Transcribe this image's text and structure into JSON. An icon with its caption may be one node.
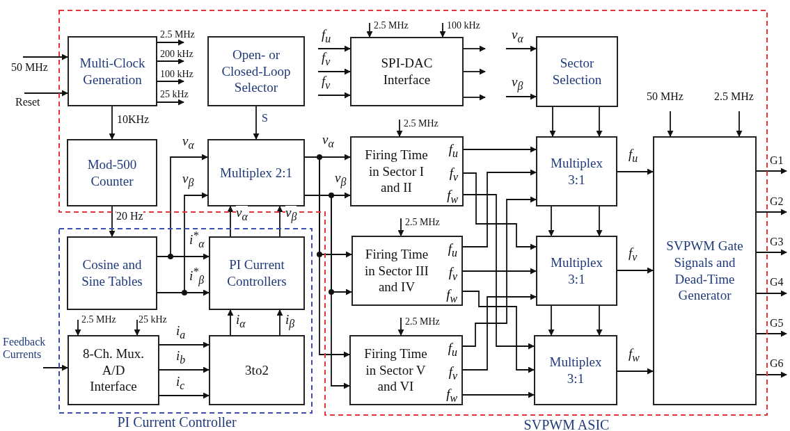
{
  "diagram": {
    "nodes": [
      {
        "text": [
          "SVPWM ASIC"
        ]
      },
      {
        "text": [
          "Multi-Clock Generation"
        ],
        "in": 0
      },
      {
        "text": [
          "Open- or Closed-Loop Selector"
        ],
        "in": 0
      },
      {
        "text": [
          "SPI-DAC Interface"
        ],
        "in": 0
      },
      {
        "text": [
          "Sector Selection"
        ],
        "in": 0
      },
      {
        "text": [
          "Mod-500 Counter"
        ],
        "in": 0
      },
      {
        "text": [
          "Multiplex 2:1"
        ],
        "in": 0
      },
      {
        "text": [
          "Firing Time in Sector I and II",
          "f$_{u}$",
          "f$_{v}$",
          "f$_{w}$"
        ],
        "in": 0
      },
      {
        "text": [
          "Firing Time in Sector III and IV",
          "f$_{u}$",
          "f$_{v}$",
          "f$_{w}$"
        ],
        "in": 0
      },
      {
        "text": [
          "Firing Time in Sector V and VI",
          "f$_{u}$",
          "f$_{v}$",
          "f$_{w}$"
        ],
        "in": 0
      },
      {
        "text": [
          "Multiplex 3:1"
        ],
        "in": 0
      },
      {
        "text": [
          "Multiplex 3:1"
        ],
        "in": 0
      },
      {
        "text": [
          "Multiplex 3:1"
        ],
        "in": 0
      },
      {
        "text": [
          "SVPWM Gate Signals and Dead-Time Generator"
        ],
        "in": 0
      },
      {
        "text": [
          "PI Current Controller"
        ]
      },
      {
        "text": [
          "Cosine and Sine Tables"
        ],
        "in": 14
      },
      {
        "text": [
          "PI Current Controllers"
        ],
        "in": 14
      },
      {
        "text": [
          "8-Ch. Mux. A/D Interface"
        ],
        "in": 14
      },
      {
        "text": [
          "3to2"
        ],
        "in": 14
      }
    ],
    "edges": [
      {
        "from": null,
        "to": 1,
        "arrow": "to",
        "label": "50 MHz"
      },
      {
        "from": null,
        "to": 1,
        "arrow": "to",
        "label": "Reset"
      },
      {
        "from": 1,
        "to": null,
        "arrow": "to",
        "label": "2.5 MHz"
      },
      {
        "from": 1,
        "to": null,
        "arrow": "to",
        "label": "200 kHz"
      },
      {
        "from": 1,
        "to": null,
        "arrow": "to",
        "label": "100 kHz"
      },
      {
        "from": 1,
        "to": null,
        "arrow": "to",
        "label": "25 kHz"
      },
      {
        "from": 1,
        "to": 5,
        "arrow": "to",
        "label": "10KHz"
      },
      {
        "from": 2,
        "to": 6,
        "arrow": "to",
        "label": "S"
      },
      {
        "from": null,
        "to": 3,
        "arrow": "to",
        "label": "f$_{u}$"
      },
      {
        "from": null,
        "to": 3,
        "arrow": "to",
        "label": "f$_{v}$"
      },
      {
        "from": null,
        "to": 3,
        "arrow": "to",
        "label": "f$_{v}$"
      },
      {
        "from": null,
        "to": 3,
        "arrow": "to",
        "label": "2.5 MHz"
      },
      {
        "from": null,
        "to": 3,
        "arrow": "to",
        "label": "100 kHz"
      },
      {
        "from": 3,
        "to": null,
        "arrow": "to"
      },
      {
        "from": 3,
        "to": null,
        "arrow": "to"
      },
      {
        "from": 3,
        "to": null,
        "arrow": "to"
      },
      {
        "from": null,
        "to": 4,
        "arrow": "to",
        "label": "v$_{α}$"
      },
      {
        "from": null,
        "to": 4,
        "arrow": "to",
        "label": "v$_{β}$"
      },
      {
        "from": 5,
        "to": 15,
        "arrow": "to",
        "label": "20 Hz"
      },
      {
        "from": 15,
        "to": 6,
        "arrow": "to",
        "label": "v$_{α}$"
      },
      {
        "from": 15,
        "to": 6,
        "arrow": "to",
        "label": "v$_{β}$"
      },
      {
        "from": 15,
        "to": 16,
        "arrow": "to",
        "label": "i$^{*}$$_{α}$"
      },
      {
        "from": 15,
        "to": 16,
        "arrow": "to",
        "label": "i$^{*}$$_{β}$"
      },
      {
        "from": 16,
        "to": 6,
        "arrow": "to",
        "label": "v$_{α}$"
      },
      {
        "from": 16,
        "to": 6,
        "arrow": "to",
        "label": "v$_{β}$"
      },
      {
        "from": null,
        "to": 17,
        "arrow": "to",
        "label": "Feedback Currents"
      },
      {
        "from": null,
        "to": 17,
        "arrow": "to",
        "label": "2.5 MHz"
      },
      {
        "from": null,
        "to": 17,
        "arrow": "to",
        "label": "25 kHz"
      },
      {
        "from": 17,
        "to": 18,
        "arrow": "to",
        "label": "i$_{a}$"
      },
      {
        "from": 17,
        "to": 18,
        "arrow": "to",
        "label": "i$_{b}$"
      },
      {
        "from": 17,
        "to": 18,
        "arrow": "to",
        "label": "i$_{c}$"
      },
      {
        "from": 18,
        "to": 16,
        "arrow": "to",
        "label": "i$_{α}$"
      },
      {
        "from": 18,
        "to": 16,
        "arrow": "to",
        "label": "i$_{β}$"
      },
      {
        "from": 6,
        "to": 7,
        "arrow": "to",
        "label": "v$_{α}$"
      },
      {
        "from": 6,
        "to": 7,
        "arrow": "to",
        "label": "v$_{β}$"
      },
      {
        "from": 6,
        "to": 8,
        "arrow": "to"
      },
      {
        "from": 6,
        "to": 8,
        "arrow": "to"
      },
      {
        "from": 6,
        "to": 9,
        "arrow": "to"
      },
      {
        "from": 6,
        "to": 9,
        "arrow": "to"
      },
      {
        "from": null,
        "to": 7,
        "arrow": "to",
        "label": "2.5 MHz"
      },
      {
        "from": null,
        "to": 8,
        "arrow": "to",
        "label": "2.5 MHz"
      },
      {
        "from": null,
        "to": 9,
        "arrow": "to",
        "label": "2.5 MHz"
      },
      {
        "from": 4,
        "to": 10,
        "arrow": "to"
      },
      {
        "from": 4,
        "to": 10,
        "arrow": "to"
      },
      {
        "from": 7,
        "to": 10,
        "arrow": "to"
      },
      {
        "from": 8,
        "to": 10,
        "arrow": "to"
      },
      {
        "from": 9,
        "to": 10,
        "arrow": "to"
      },
      {
        "from": 7,
        "to": 11,
        "arrow": "to"
      },
      {
        "from": 8,
        "to": 11,
        "arrow": "to"
      },
      {
        "from": 9,
        "to": 11,
        "arrow": "to"
      },
      {
        "from": 7,
        "to": 12,
        "arrow": "to"
      },
      {
        "from": 8,
        "to": 12,
        "arrow": "to"
      },
      {
        "from": 9,
        "to": 12,
        "arrow": "to"
      },
      {
        "from": 10,
        "to": 11,
        "arrow": "to"
      },
      {
        "from": 10,
        "to": 11,
        "arrow": "to"
      },
      {
        "from": 11,
        "to": 12,
        "arrow": "to"
      },
      {
        "from": 11,
        "to": 12,
        "arrow": "to"
      },
      {
        "from": 10,
        "to": 13,
        "arrow": "to",
        "label": "f$_{u}$"
      },
      {
        "from": 11,
        "to": 13,
        "arrow": "to",
        "label": "f$_{v}$"
      },
      {
        "from": 12,
        "to": 13,
        "arrow": "to",
        "label": "f$_{w}$"
      },
      {
        "from": null,
        "to": 13,
        "arrow": "to",
        "label": "50 MHz"
      },
      {
        "from": null,
        "to": 13,
        "arrow": "to",
        "label": "2.5 MHz"
      },
      {
        "from": 13,
        "to": null,
        "arrow": "to",
        "label": "G1"
      },
      {
        "from": 13,
        "to": null,
        "arrow": "to",
        "label": "G2"
      },
      {
        "from": 13,
        "to": null,
        "arrow": "to",
        "label": "G3"
      },
      {
        "from": 13,
        "to": null,
        "arrow": "to",
        "label": "G4"
      },
      {
        "from": 13,
        "to": null,
        "arrow": "to",
        "label": "G5"
      },
      {
        "from": 13,
        "to": null,
        "arrow": "to",
        "label": "G6"
      }
    ]
  }
}
